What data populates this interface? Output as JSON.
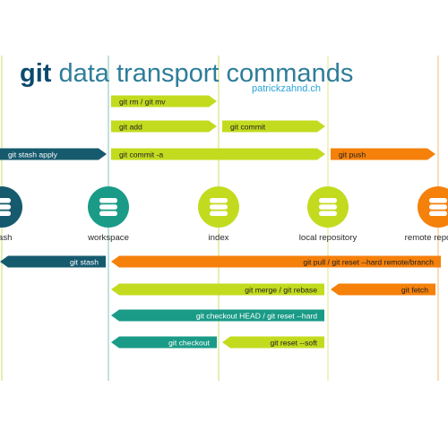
{
  "header": {
    "title_git": "git",
    "title_rest": " data transport commands",
    "author": "patrickzahnd.ch"
  },
  "colors": {
    "title_git": "#0c4a6e",
    "title_rest": "#2e7d99",
    "author": "#2aa3d9",
    "lime": "#c3db1e",
    "orange": "#f5800a",
    "teal": "#1a9b87",
    "navy": "#165a6e",
    "text_light": "#ffffff",
    "text_dark": "#222222",
    "vline": "#c8df6a"
  },
  "nodes": [
    {
      "label": "stash",
      "color": "#165a6e"
    },
    {
      "label": "workspace",
      "color": "#1a9b87"
    },
    {
      "label": "index",
      "color": "#c3db1e"
    },
    {
      "label": "local repository",
      "color": "#c3db1e"
    },
    {
      "label": "remote repository",
      "color": "#f5800a"
    }
  ],
  "commands": [
    {
      "label": "git rm / git mv",
      "color": "#c3db1e",
      "text_color": "#222222",
      "dir": "right"
    },
    {
      "label": "git add",
      "color": "#c3db1e",
      "text_color": "#222222",
      "dir": "right"
    },
    {
      "label": "git commit",
      "color": "#c3db1e",
      "text_color": "#222222",
      "dir": "right"
    },
    {
      "label": "git stash apply",
      "color": "#165a6e",
      "text_color": "#ffffff",
      "dir": "right"
    },
    {
      "label": "git commit -a",
      "color": "#c3db1e",
      "text_color": "#222222",
      "dir": "right"
    },
    {
      "label": "git push",
      "color": "#f5800a",
      "text_color": "#222222",
      "dir": "right"
    },
    {
      "label": "git stash",
      "color": "#165a6e",
      "text_color": "#ffffff",
      "dir": "left"
    },
    {
      "label": "git pull / git reset --hard remote/branch",
      "color": "#f5800a",
      "text_color": "#222222",
      "dir": "left"
    },
    {
      "label": "git merge / git rebase",
      "color": "#c3db1e",
      "text_color": "#222222",
      "dir": "left"
    },
    {
      "label": "git fetch",
      "color": "#f5800a",
      "text_color": "#222222",
      "dir": "left"
    },
    {
      "label": "git checkout HEAD / git reset --hard",
      "color": "#1a9b87",
      "text_color": "#ffffff",
      "dir": "left"
    },
    {
      "label": "git checkout",
      "color": "#1a9b87",
      "text_color": "#ffffff",
      "dir": "left"
    },
    {
      "label": "git reset --soft",
      "color": "#c3db1e",
      "text_color": "#222222",
      "dir": "left"
    }
  ]
}
